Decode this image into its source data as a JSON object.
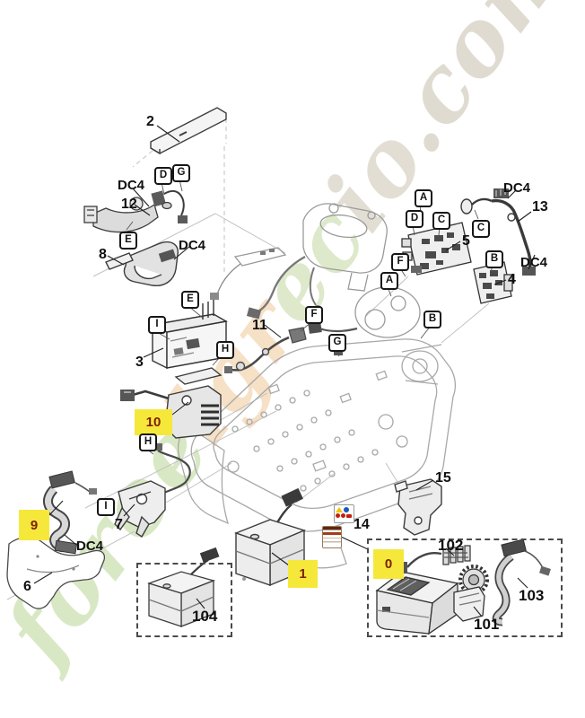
{
  "ref_letters": {
    "a": "A",
    "b": "B",
    "c": "C",
    "d": "D",
    "e": "E",
    "f": "F",
    "g": "G",
    "h": "H",
    "i": "I"
  },
  "part_numbers": {
    "n2": "2",
    "n3": "3",
    "n4": "4",
    "n5": "5",
    "n6": "6",
    "n7": "7",
    "n8": "8",
    "n11": "11",
    "n12": "12",
    "n13": "13",
    "n14": "14",
    "n15": "15",
    "n101": "101",
    "n102": "102",
    "n103": "103",
    "n104": "104"
  },
  "highlighted_parts": {
    "h0": "0",
    "h1": "1",
    "h9": "9",
    "h10": "10"
  },
  "connector_label": "DC4",
  "watermark": {
    "text": "foroelgrecio.com",
    "opacity": 0.5,
    "segments": [
      {
        "text": "foroe",
        "color": "#b5d38a"
      },
      {
        "text": "lgr",
        "color": "#eec28e"
      },
      {
        "text": "ec",
        "color": "#bdd596"
      },
      {
        "text": "io",
        "color": "#c6bfa8"
      },
      {
        "text": ".com",
        "color": "#c2b9a4"
      }
    ]
  },
  "colors": {
    "highlight_bg": "#f6e83b",
    "highlight_text": "#7d2000",
    "part_line": "#3c3c3c",
    "ghost_line": "#a8a8a8",
    "sticker_warning_yellow": "#f2c200",
    "sticker_blue": "#1a56c4",
    "sticker_red": "#c2200a",
    "sticker_stripe": "#a23c1c"
  }
}
